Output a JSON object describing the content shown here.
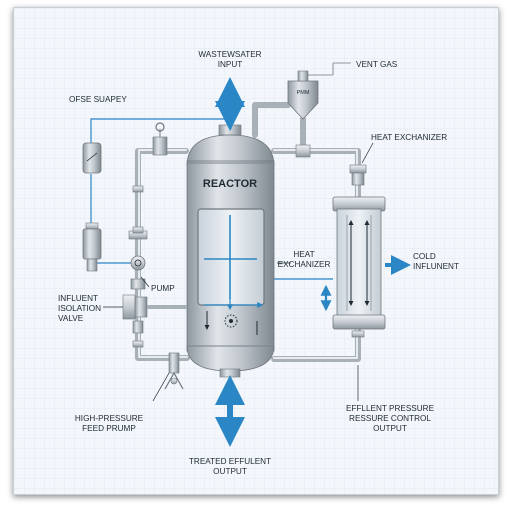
{
  "labels": {
    "wastewater_input": [
      "WASTEWSATER",
      "INPUT"
    ],
    "vent_gas": "VENT GAS",
    "pmm": "PMM",
    "ofse_supply": "OFSE SUAPEY",
    "heat_exchanger_top": "HEAT EXCHANIZER",
    "reactor": "REACTOR",
    "heat_exchanger_mid": [
      "HEAT",
      "EXCHANIZER"
    ],
    "cold_influent": [
      "COLD",
      "INFLUNENT"
    ],
    "pump": "PUMP",
    "influent_isolation_valve": [
      "INFLUENT",
      "ISOLATION",
      "VALVE"
    ],
    "high_pressure_feed_pump": [
      "HIGH-PRESSURE",
      "FEED PRUMP"
    ],
    "effluent_pressure_control": [
      "EFFLLENT PRESSURE",
      "RESSURE CONTROL",
      "OUTPUT"
    ],
    "treated_effluent_output": [
      "TREATED EFFULENT",
      "OUTPUT"
    ]
  },
  "colors": {
    "accent_blue": "#2b86c5",
    "vessel_steel": "#b9c0c7",
    "pipe_steel": "#c7cdd3",
    "grid": "#dce6ef"
  }
}
